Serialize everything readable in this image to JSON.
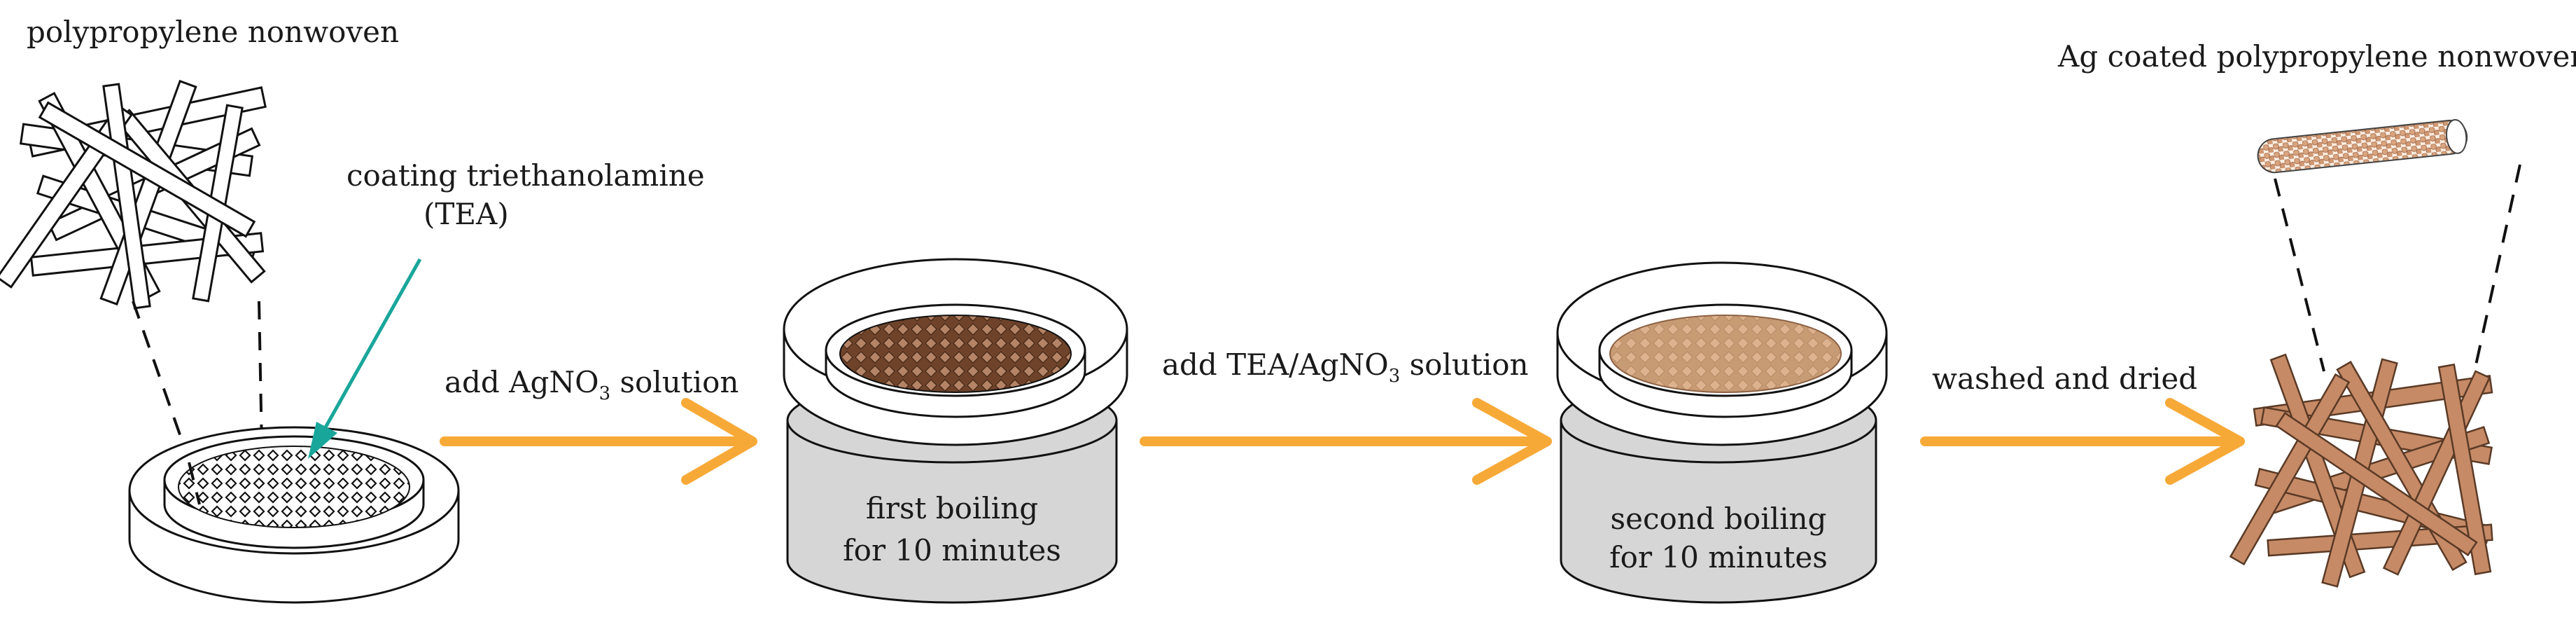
{
  "labels": {
    "pp_nonwoven": "polypropylene nonwoven",
    "coating_line1": "coating triethanolamine",
    "coating_line2": "(TEA)",
    "step1_pre": "add AgNO",
    "step1_sub": "3",
    "step1_post": " solution",
    "boil1_line1": "first boiling",
    "boil1_line2": "for 10 minutes",
    "step2_pre": "add TEA/AgNO",
    "step2_sub": "3",
    "step2_post": " solution",
    "boil2_line1": "second boiling",
    "boil2_line2": "for 10 minutes",
    "step3": "washed and dried",
    "ag_nonwoven": "Ag coated  polypropylene nonwoven"
  },
  "colors": {
    "arrow": "#f7a937",
    "teal_arrow": "#19a69a",
    "heater": "#d6d6d6",
    "fabric_brown_dark": "#7a4e32",
    "fabric_brown_light": "#c99a72",
    "fiber_copper": "#c68a66",
    "bead": "#d9a57f"
  }
}
